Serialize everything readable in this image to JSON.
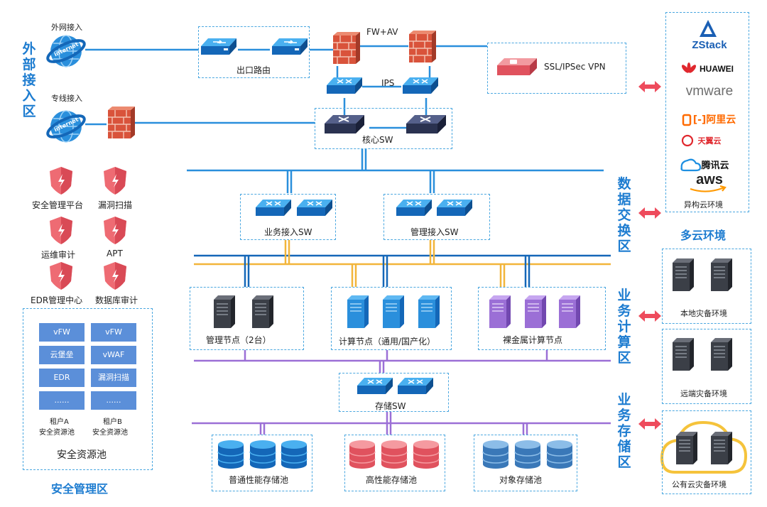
{
  "zones": {
    "external": "外部接入区",
    "data_exchange": "数据交换区",
    "biz_compute": "业务计算区",
    "biz_storage": "业务存储区",
    "security_mgmt": "安全管理区",
    "multicloud": "多云环境"
  },
  "access": {
    "internet": "外网接入",
    "leased": "专线接入",
    "internet_badge": "internet"
  },
  "network": {
    "egress_router": "出口路由",
    "fw_av": "FW+AV",
    "ips": "IPS",
    "core_sw": "核心SW",
    "vpn": "SSL/IPSec VPN",
    "biz_access_sw": "业务接入SW",
    "mgmt_access_sw": "管理接入SW",
    "storage_sw": "存储SW"
  },
  "security_items": [
    "安全管理平台",
    "漏洞扫描",
    "运维审计",
    "APT",
    "EDR管理中心",
    "数据库审计"
  ],
  "security_pool": {
    "tenant_a": [
      "vFW",
      "云堡垒",
      "EDR",
      "......"
    ],
    "tenant_b": [
      "vFW",
      "vWAF",
      "漏洞扫描",
      "......"
    ],
    "tenant_a_label": [
      "租户A",
      "安全资源池"
    ],
    "tenant_b_label": [
      "租户B",
      "安全资源池"
    ],
    "title": "安全资源池"
  },
  "compute": {
    "mgmt_nodes": "管理节点（2台）",
    "compute_nodes": "计算节点（通用/国产化）",
    "bare_metal": "裸金属计算节点"
  },
  "storage": {
    "general": "普通性能存储池",
    "high": "高性能存储池",
    "object": "对象存储池"
  },
  "clouds": {
    "vendors": [
      "ZStack",
      "HUAWEI",
      "vmware",
      "[-]阿里云",
      "天翼云",
      "腾讯云",
      "aws"
    ],
    "hetero": "异构云环境",
    "local_dr": "本地灾备环境",
    "remote_dr": "远端灾备环境",
    "public_dr": "公有云灾备环境"
  },
  "colors": {
    "zone_blue": "#1d7cd0",
    "link_blue": "#2a8fdc",
    "link_yellow": "#f2b53a",
    "link_purple": "#9b6fd6",
    "arrow_red": "#ee4b5c",
    "firewall": "#d9533b"
  }
}
